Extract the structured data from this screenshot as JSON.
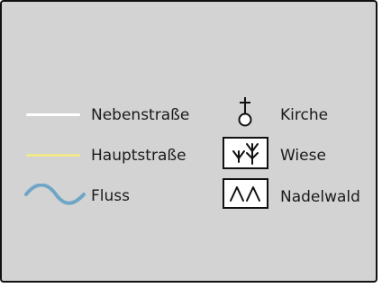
{
  "legend": {
    "items": [
      {
        "label": "Nebenstraße",
        "symbol": "white-line",
        "color": "#ffffff"
      },
      {
        "label": "Hauptstraße",
        "symbol": "yellow-line",
        "color": "#f1e88e"
      },
      {
        "label": "Fluss",
        "symbol": "river-wave",
        "color": "#6fa6c6"
      },
      {
        "label": "Kirche",
        "symbol": "church-icon"
      },
      {
        "label": "Wiese",
        "symbol": "meadow-icon"
      },
      {
        "label": "Nadelwald",
        "symbol": "conifer-forest-icon"
      }
    ],
    "background": "#d3d3d3",
    "border": "#111111"
  }
}
